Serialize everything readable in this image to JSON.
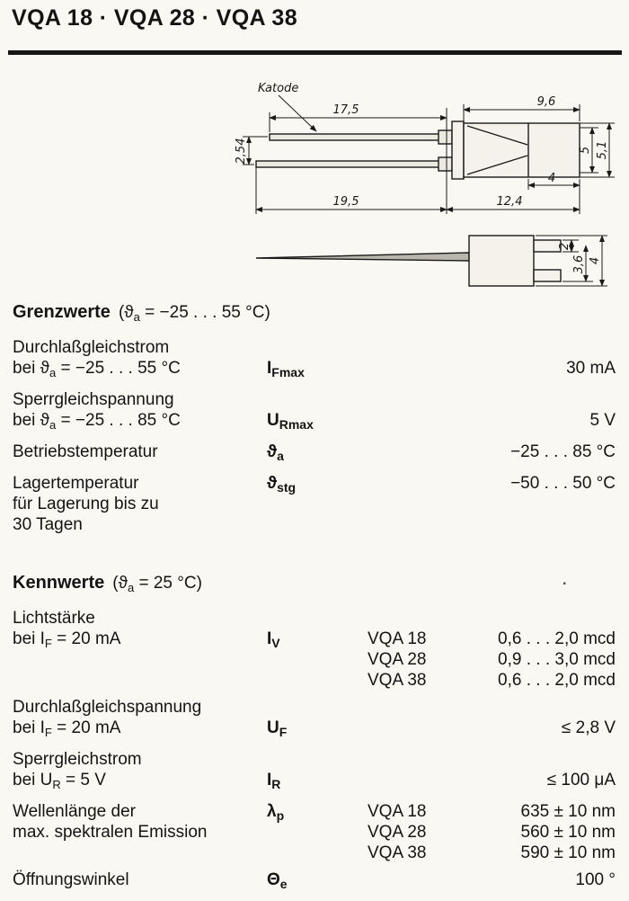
{
  "page": {
    "title": "VQA 18 · VQA 28 · VQA 38"
  },
  "drawing": {
    "katode": "Katode",
    "dim_17_5": "17,5",
    "dim_9_6": "9,6",
    "dim_2_54": "2,54",
    "dim_5": "5",
    "dim_5_1": "5,1",
    "dim_4_top": "4",
    "dim_19_5": "19,5",
    "dim_12_4": "12,4",
    "dim_2": "2",
    "dim_3_6": "3,6",
    "dim_4_front": "4"
  },
  "grenzwerte": {
    "title": "Grenzwerte",
    "cond_pre": "(ϑ",
    "cond_sub": "a",
    "cond_post": " = −25 . . . 55 °C)",
    "rows": [
      {
        "line1": "Durchlaßgleichstrom",
        "cond_pre": "bei ϑ",
        "cond_sub": "a",
        "cond_post": " = −25 . . . 55 °C",
        "sym_main": "I",
        "sym_sub": "Fmax",
        "value": "30 mA"
      },
      {
        "line1": "Sperrgleichspannung",
        "cond_pre": "bei ϑ",
        "cond_sub": "a",
        "cond_post": " = −25 . . . 85 °C",
        "sym_main": "U",
        "sym_sub": "Rmax",
        "value": "5 V"
      },
      {
        "line1": "Betriebstemperatur",
        "sym_main": "ϑ",
        "sym_sub": "a",
        "value": "−25 . . . 85 °C"
      },
      {
        "line1": "Lagertemperatur",
        "line2": "für Lagerung bis zu",
        "line3": "30 Tagen",
        "sym_main": "ϑ",
        "sym_sub": "stg",
        "value": "−50 . . . 50 °C"
      }
    ]
  },
  "kennwerte": {
    "title": "Kennwerte",
    "cond_pre": "(ϑ",
    "cond_sub": "a",
    "cond_post": " = 25 °C)",
    "stray_dot": "·",
    "rows": [
      {
        "line1": "Lichtstärke",
        "cond_pre": "bei I",
        "cond_sub": "F",
        "cond_post": " = 20 mA",
        "sym_main": "I",
        "sym_sub": "V",
        "variants": [
          {
            "model": "VQA 18",
            "value": "0,6 . . . 2,0 mcd"
          },
          {
            "model": "VQA 28",
            "value": "0,9 . . . 3,0 mcd"
          },
          {
            "model": "VQA 38",
            "value": "0,6 . . . 2,0 mcd"
          }
        ]
      },
      {
        "line1": "Durchlaßgleichspannung",
        "cond_pre": "bei I",
        "cond_sub": "F",
        "cond_post": " = 20 mA",
        "sym_main": "U",
        "sym_sub": "F",
        "value": "≤ 2,8 V"
      },
      {
        "line1": "Sperrgleichstrom",
        "cond_pre": "bei U",
        "cond_sub": "R",
        "cond_post": " = 5 V",
        "sym_main": "I",
        "sym_sub": "R",
        "value": "≤ 100 μA"
      },
      {
        "line1": "Wellenlänge der",
        "cond_pre": "max. spektralen Emission",
        "sym_main": "λ",
        "sym_sub": "p",
        "variants": [
          {
            "model": "VQA 18",
            "value": "635 ± 10 nm"
          },
          {
            "model": "VQA 28",
            "value": "560 ± 10 nm"
          },
          {
            "model": "VQA 38",
            "value": "590 ± 10 nm"
          }
        ]
      },
      {
        "line1": "Öffnungswinkel",
        "sym_main": "Θ",
        "sym_sub": "e",
        "value": "100 °"
      }
    ]
  }
}
